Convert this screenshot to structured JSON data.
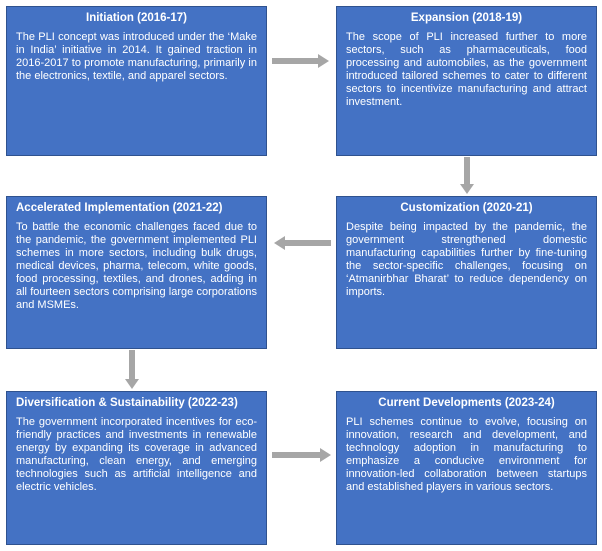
{
  "colors": {
    "box_fill": "#4472c4",
    "box_border": "#2f528f",
    "box_text": "#ffffff",
    "arrow": "#a6a6a6"
  },
  "boxes": [
    {
      "title": "Initiation (2016-17)",
      "body": "The PLI concept was introduced under the ‘Make in India’ initiative in 2014. It gained traction in 2016-2017 to promote manufacturing, primarily in the electronics, textile, and apparel sectors."
    },
    {
      "title": "Expansion (2018-19)",
      "body": "The scope of PLI increased further to more sectors, such as pharmaceuticals, food processing and automobiles, as the government introduced tailored schemes to cater to different sectors to incentivize manufacturing and attract investment."
    },
    {
      "title": "Customization (2020-21)",
      "body": "Despite being impacted by the pandemic, the government strengthened domestic manufacturing capabilities further by fine-tuning the sector-specific challenges, focusing on ‘Atmanirbhar Bharat’ to reduce dependency on imports."
    },
    {
      "title": "Accelerated Implementation (2021-22)",
      "body": "To battle the economic challenges faced due to the pandemic, the government implemented PLI schemes in more sectors, including bulk drugs, medical devices, pharma, telecom, white goods, food processing, textiles, and drones, adding in all fourteen sectors comprising large corporations and MSMEs."
    },
    {
      "title": "Diversification & Sustainability (2022-23)",
      "body": "The government incorporated incentives for eco-friendly practices and investments in renewable energy by expanding its coverage in advanced manufacturing, clean energy, and emerging technologies such as artificial intelligence and electric vehicles."
    },
    {
      "title": "Current Developments (2023-24)",
      "body": "PLI schemes continue to evolve, focusing on innovation, research and development, and technology adoption in manufacturing to emphasize a conducive environment for innovation-led collaboration between startups and established players in various sectors."
    }
  ]
}
